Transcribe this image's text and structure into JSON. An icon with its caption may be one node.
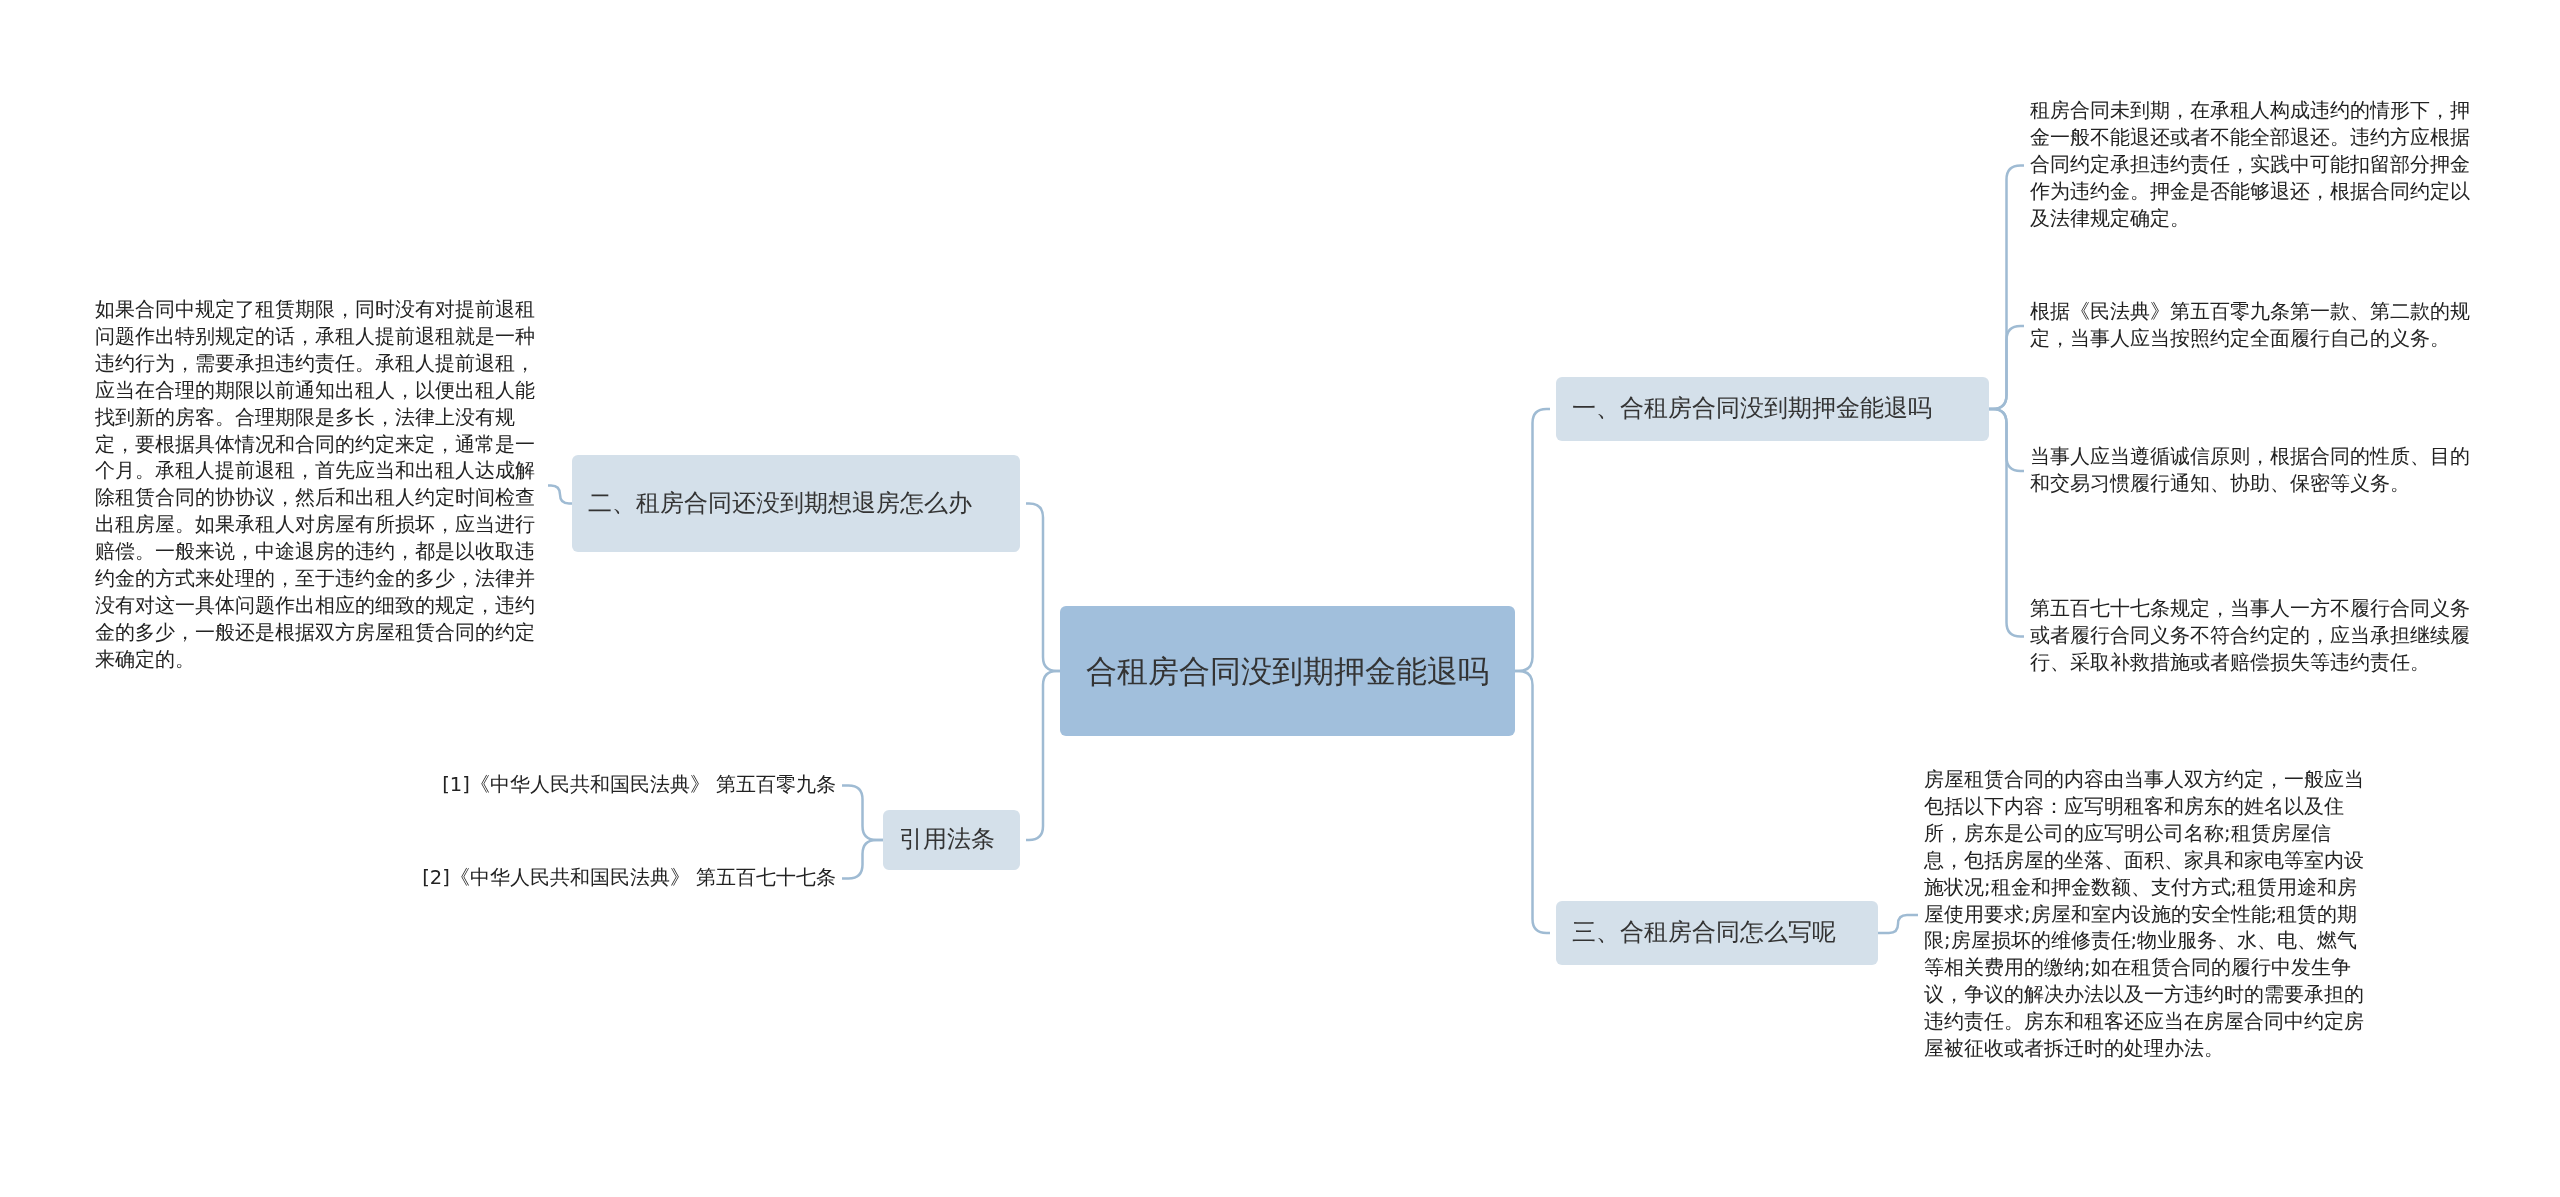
{
  "diagram": {
    "nodes": [
      {
        "text": [
          "合租房合同没到期押金能退吗"
        ]
      },
      {
        "text": [
          "一、合租房合同没到期押金能退吗"
        ]
      },
      {
        "text": [
          "租房合同未到期，在承租人构成违约的情形下，押金一般不能退还或者不能全部退还。违约方应根据合同约定承担违约责任，实践中可能扣留部分押金作为违约金。押金是否能够退还，根据合同约定以及法律规定确定。"
        ]
      },
      {
        "text": [
          "根据《民法典》第五百零九条第一款、第二款的规定，当事人应当按照约定全面履行自己的义务。"
        ]
      },
      {
        "text": [
          "当事人应当遵循诚信原则，根据合同的性质、目的和交易习惯履行通知、协助、保密等义务。"
        ]
      },
      {
        "text": [
          "第五百七十七条规定，当事人一方不履行合同义务或者履行合同义务不符合约定的，应当承担继续履行、采取补救措施或者赔偿损失等违约责任。"
        ]
      },
      {
        "text": [
          "三、合租房合同怎么写呢"
        ]
      },
      {
        "text": [
          "房屋租赁合同的内容由当事人双方约定，一般应当包括以下内容：应写明租客和房东的姓名以及住所，房东是公司的应写明公司名称;租赁房屋信息，包括房屋的坐落、面积、家具和家电等室内设施状况;租金和押金数额、支付方式;租赁用途和房屋使用要求;房屋和室内设施的安全性能;租赁的期限;房屋损坏的维修责任;物业服务、水、电、燃气等相关费用的缴纳;如在租赁合同的履行中发生争议，争议的解决办法以及一方违约时的需要承担的违约责任。房东和租客还应当在房屋合同中约定房屋被征收或者拆迁时的处理办法。"
        ]
      },
      {
        "text": [
          "二、租房合同还没到期想退房怎么办"
        ]
      },
      {
        "text": [
          "如果合同中规定了租赁期限，同时没有对提前退租问题作出特别规定的话，承租人提前退租就是一种违约行为，需要承担违约责任。承租人提前退租，应当在合理的期限以前通知出租人，以便出租人能找到新的房客。合理期限是多长，法律上没有规定，要根据具体情况和合同的约定来定，通常是一个月。承租人提前退租，首先应当和出租人达成解除租赁合同的协协议，然后和出租人约定时间检查出租房屋。如果承租人对房屋有所损坏，应当进行赔偿。一般来说，中途退房的违约，都是以收取违约金的方式来处理的，至于违约金的多少，法律并没有对这一具体问题作出相应的细致的规定，违约金的多少，一般还是根据双方房屋租赁合同的约定来确定的。"
        ]
      },
      {
        "text": [
          "引用法条"
        ]
      },
      {
        "text": [
          "[1]《中华人民共和国民法典》 第五百零九条"
        ]
      },
      {
        "text": [
          "[2]《中华人民共和国民法典》 第五百七十七条"
        ]
      }
    ],
    "edges": [
      {
        "from": 0,
        "to": 1,
        "arrow": "none"
      },
      {
        "from": 1,
        "to": 2,
        "arrow": "none"
      },
      {
        "from": 1,
        "to": 3,
        "arrow": "none"
      },
      {
        "from": 1,
        "to": 4,
        "arrow": "none"
      },
      {
        "from": 1,
        "to": 5,
        "arrow": "none"
      },
      {
        "from": 0,
        "to": 6,
        "arrow": "none"
      },
      {
        "from": 6,
        "to": 7,
        "arrow": "none"
      },
      {
        "from": 0,
        "to": 8,
        "arrow": "none"
      },
      {
        "from": 8,
        "to": 9,
        "arrow": "none"
      },
      {
        "from": 0,
        "to": 10,
        "arrow": "none"
      },
      {
        "from": 10,
        "to": 11,
        "arrow": "none"
      },
      {
        "from": 10,
        "to": 12,
        "arrow": "none"
      }
    ]
  }
}
